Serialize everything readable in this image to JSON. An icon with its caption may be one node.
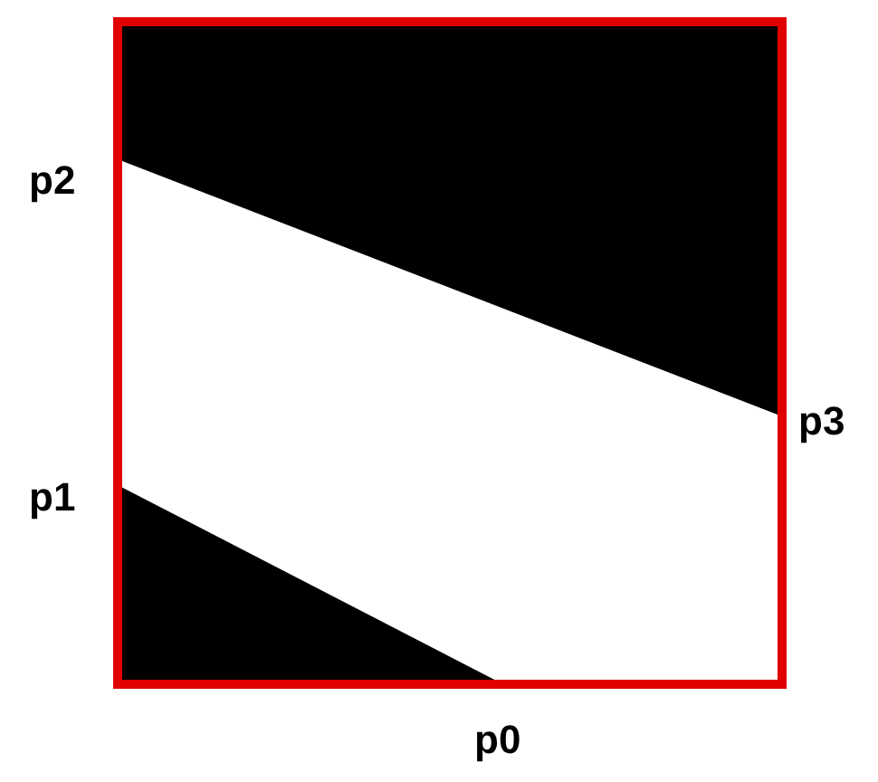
{
  "diagram": {
    "labels": [
      "p2",
      "p3",
      "p1",
      "p0"
    ]
  }
}
